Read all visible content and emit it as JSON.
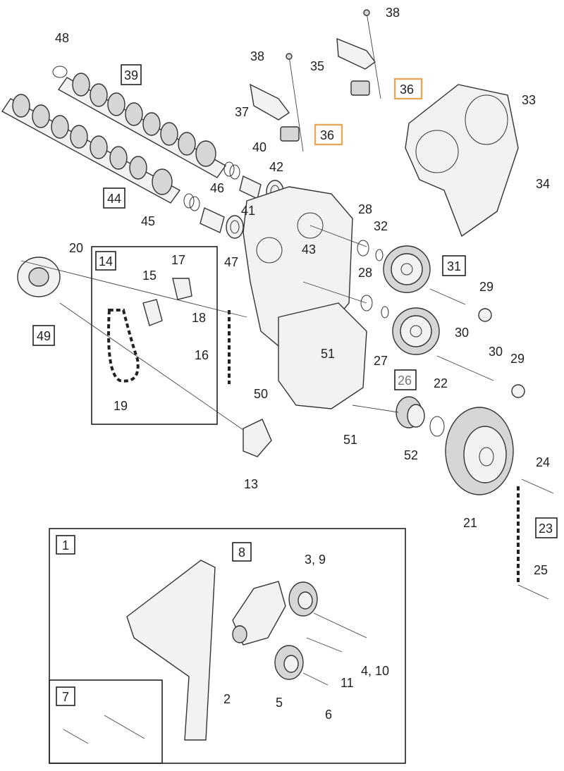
{
  "labels": {
    "n1": "1",
    "n2": "2",
    "n3_9": "3, 9",
    "n4_10": "4, 10",
    "n5": "5",
    "n6": "6",
    "n7": "7",
    "n8": "8",
    "n11": "11",
    "n13": "13",
    "n14": "14",
    "n15": "15",
    "n16": "16",
    "n17": "17",
    "n18": "18",
    "n19": "19",
    "n20": "20",
    "n21": "21",
    "n22": "22",
    "n23": "23",
    "n24": "24",
    "n25": "25",
    "n26": "26",
    "n27": "27",
    "n28a": "28",
    "n28b": "28",
    "n29a": "29",
    "n29b": "29",
    "n30a": "30",
    "n30b": "30",
    "n31": "31",
    "n32": "32",
    "n33": "33",
    "n34": "34",
    "n35": "35",
    "n36a": "36",
    "n36b": "36",
    "n37": "37",
    "n38a": "38",
    "n38b": "38",
    "n39": "39",
    "n40": "40",
    "n41": "41",
    "n42": "42",
    "n43": "43",
    "n44": "44",
    "n45": "45",
    "n46": "46",
    "n47": "47",
    "n48": "48",
    "n49": "49",
    "n50": "50",
    "n51a": "51",
    "n51b": "51",
    "n52": "52"
  },
  "colors": {
    "highlight": "#e8a85c",
    "ink": "#222222",
    "part_fill": "#f2f2f2",
    "shade": "#d6d6d6"
  }
}
